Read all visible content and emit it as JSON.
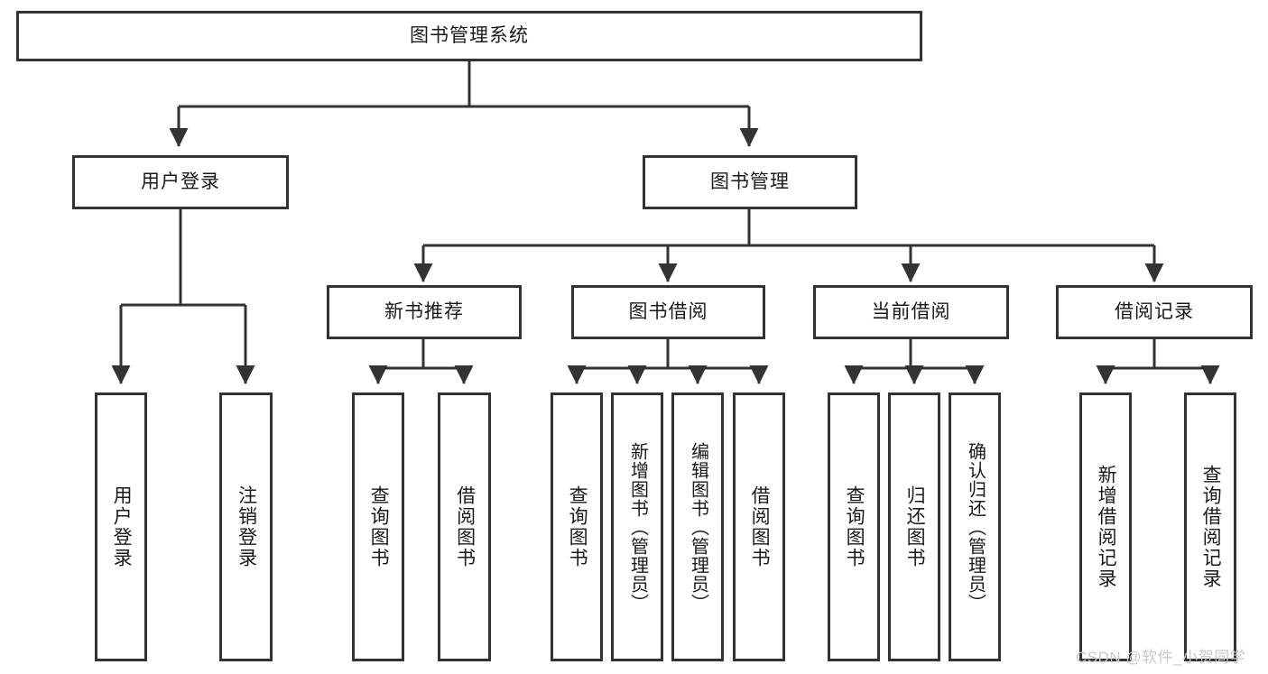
{
  "diagram": {
    "type": "tree-hierarchy",
    "title": "图书管理系统",
    "root": {
      "label": "图书管理系统"
    },
    "level2": [
      {
        "id": "user-login",
        "label": "用户登录"
      },
      {
        "id": "book-management",
        "label": "图书管理"
      }
    ],
    "level3": [
      {
        "id": "new-book-recommend",
        "label": "新书推荐",
        "parent": "book-management"
      },
      {
        "id": "book-borrow",
        "label": "图书借阅",
        "parent": "book-management"
      },
      {
        "id": "current-borrow",
        "label": "当前借阅",
        "parent": "book-management"
      },
      {
        "id": "borrow-record",
        "label": "借阅记录",
        "parent": "book-management"
      }
    ],
    "leaves": {
      "user_login": [
        {
          "id": "leaf-user-login",
          "label": "用户登录"
        },
        {
          "id": "leaf-logout-login",
          "label": "注销登录"
        }
      ],
      "new_book_recommend": [
        {
          "id": "leaf-query-book-1",
          "label": "查询图书"
        },
        {
          "id": "leaf-borrow-book-1",
          "label": "借阅图书"
        }
      ],
      "book_borrow": [
        {
          "id": "leaf-query-book-2",
          "label": "查询图书"
        },
        {
          "id": "leaf-add-book",
          "label": "新增图书（管理员）"
        },
        {
          "id": "leaf-edit-book",
          "label": "编辑图书（管理员）"
        },
        {
          "id": "leaf-borrow-book-2",
          "label": "借阅图书"
        }
      ],
      "current_borrow": [
        {
          "id": "leaf-query-book-3",
          "label": "查询图书"
        },
        {
          "id": "leaf-return-book",
          "label": "归还图书"
        },
        {
          "id": "leaf-confirm-return",
          "label": "确认归还（管理员）"
        }
      ],
      "borrow_record": [
        {
          "id": "leaf-add-borrow-record",
          "label": "新增借阅记录"
        },
        {
          "id": "leaf-query-borrow-record",
          "label": "查询借阅记录"
        }
      ]
    },
    "colors": {
      "border": "#333333",
      "background": "#ffffff",
      "text": "#1a1a1a",
      "watermark": "#c9c9c9"
    }
  },
  "watermark": {
    "text": "CSDN @软件_小贺同学"
  }
}
